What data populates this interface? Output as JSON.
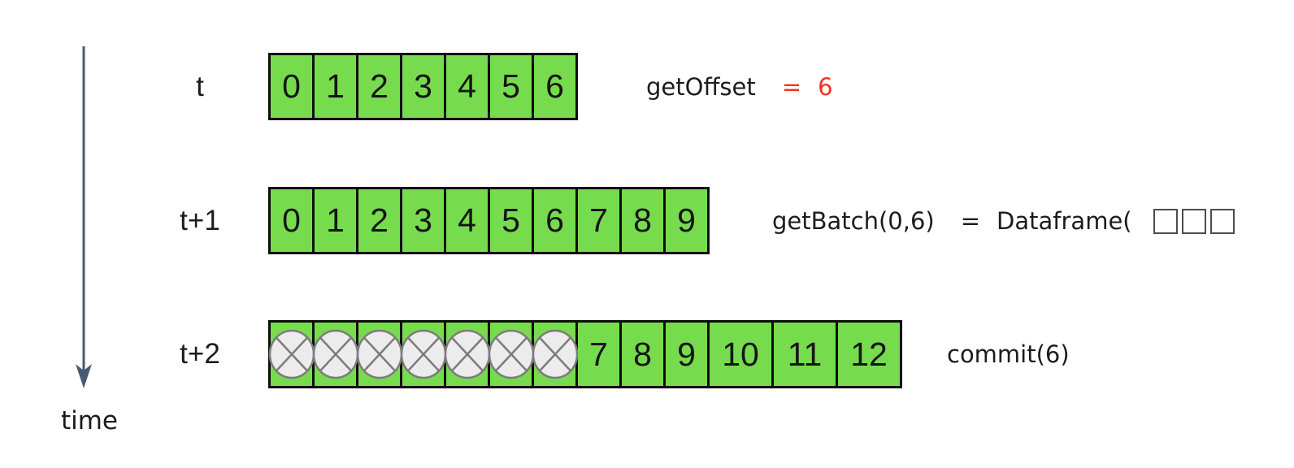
{
  "time_axis": {
    "label": "time",
    "arrow_color": "#4A5A72"
  },
  "colors": {
    "cell_fill": "#76DC4E",
    "cell_border": "#0d0d0d",
    "number_text": "#141414",
    "annotation_text": "#1c1c1c",
    "result_red": "#EE3424",
    "consumed_fill": "#ECECEC",
    "consumed_stroke": "#7C7C7C"
  },
  "rows": [
    {
      "label": "t",
      "cells": [
        "0",
        "1",
        "2",
        "3",
        "4",
        "5",
        "6"
      ],
      "annotation": {
        "call": "getOffset",
        "op": "=",
        "result": "6"
      }
    },
    {
      "label": "t+1",
      "cells": [
        "0",
        "1",
        "2",
        "3",
        "4",
        "5",
        "6",
        "7",
        "8",
        "9"
      ],
      "annotation": {
        "call": "getBatch(0,6)",
        "op": "=",
        "result": "Dataframe("
      },
      "placeholder_square_count": 3
    },
    {
      "label": "t+2",
      "consumed_cell_count": 7,
      "cells": [
        "7",
        "8",
        "9",
        "10",
        "11",
        "12"
      ],
      "annotation": {
        "call": "commit(6)"
      }
    }
  ]
}
